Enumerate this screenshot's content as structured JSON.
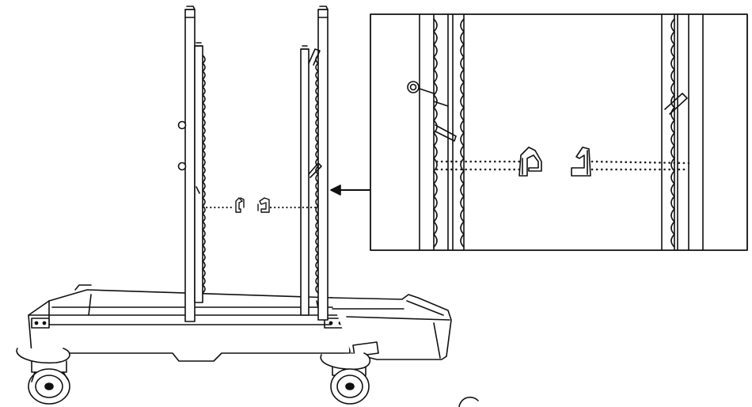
{
  "diagram": {
    "subject": "cart-with-post-clips",
    "callout": {
      "shows": "detail-of-clips-on-posts",
      "arrow_direction": "left"
    },
    "colors": {
      "background": "#ffffff",
      "stroke": "#111111",
      "dots": "#222222"
    }
  }
}
